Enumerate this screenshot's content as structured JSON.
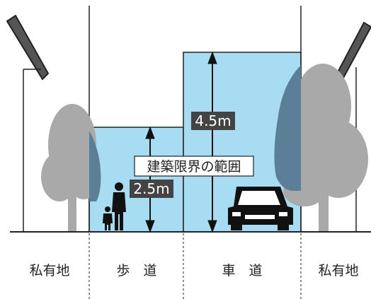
{
  "zones": [
    {
      "key": "private_left",
      "label": "私有地"
    },
    {
      "key": "sidewalk",
      "label": "歩　道"
    },
    {
      "key": "roadway",
      "label": "車　道"
    },
    {
      "key": "private_right",
      "label": "私有地"
    }
  ],
  "dimensions": {
    "roadway_height": "4.5m",
    "sidewalk_height": "2.5m"
  },
  "callout": "建築限界の範囲",
  "colors": {
    "clearance_fill": "#a8dcf3",
    "tree": "#a9a9a9",
    "tree_shadow": "#5b7f96",
    "line": "#222222",
    "label_bg": "#444444"
  }
}
